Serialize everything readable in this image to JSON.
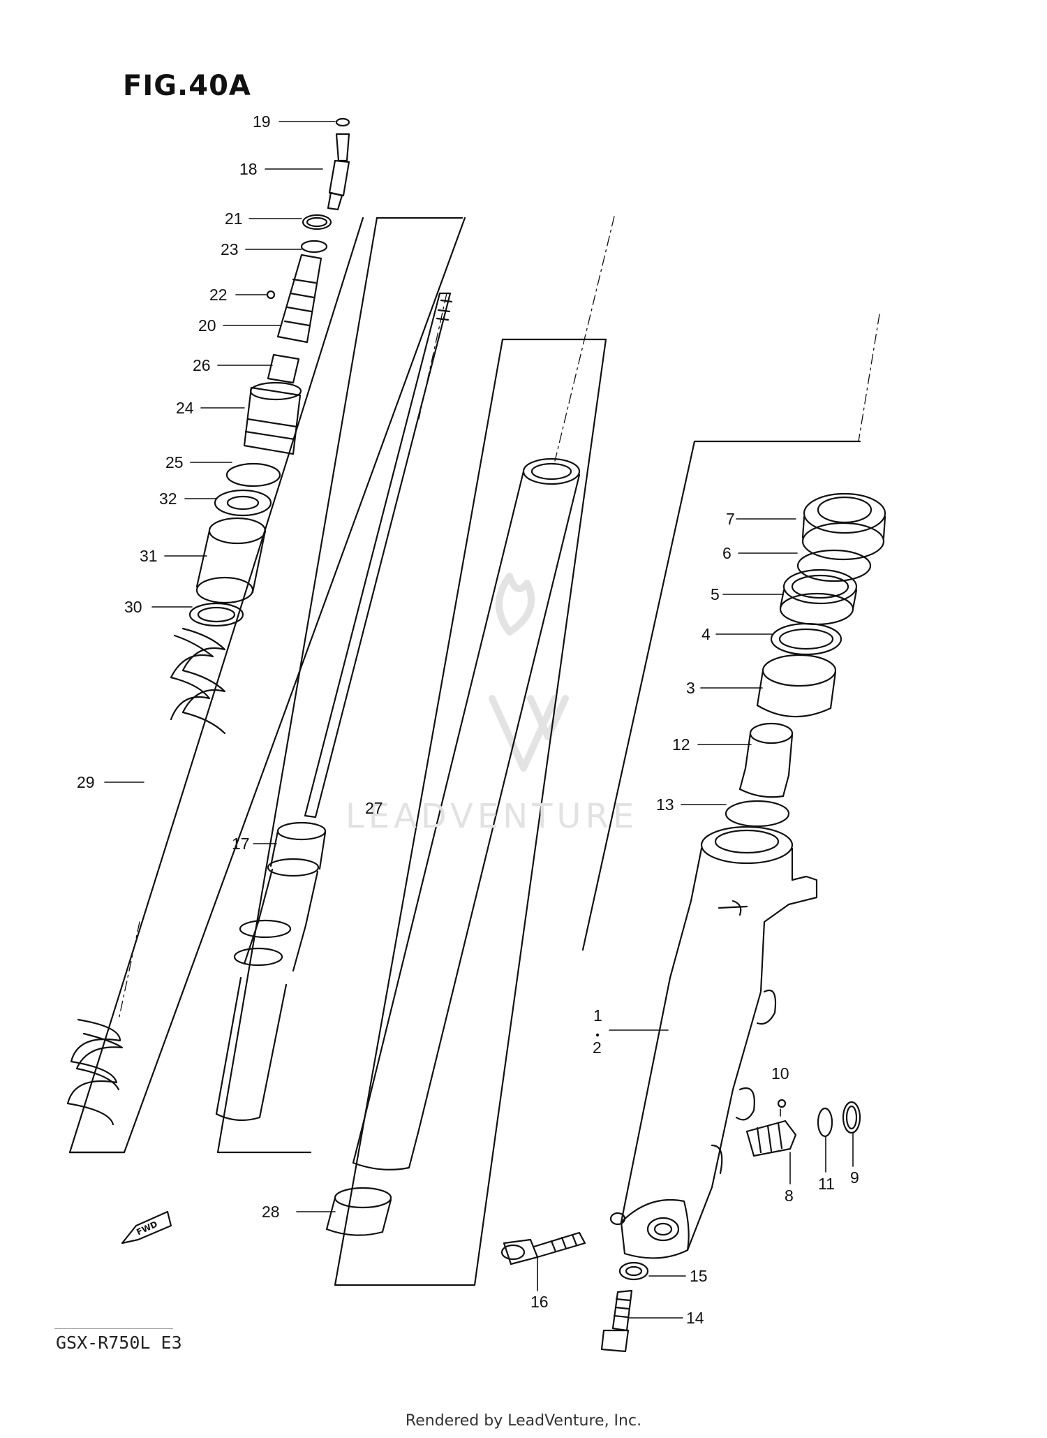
{
  "figure": {
    "title": "FIG.40A",
    "model": "GSX-R750L  E3",
    "footer": "Rendered by LeadVenture, Inc.",
    "watermark": "LEADVENTURE",
    "fwd_label": "FWD"
  },
  "callouts": [
    {
      "id": "19"
    },
    {
      "id": "18"
    },
    {
      "id": "21"
    },
    {
      "id": "23"
    },
    {
      "id": "22"
    },
    {
      "id": "20"
    },
    {
      "id": "26"
    },
    {
      "id": "24"
    },
    {
      "id": "25"
    },
    {
      "id": "32"
    },
    {
      "id": "31"
    },
    {
      "id": "30"
    },
    {
      "id": "29"
    },
    {
      "id": "17"
    },
    {
      "id": "27"
    },
    {
      "id": "28"
    },
    {
      "id": "7"
    },
    {
      "id": "6"
    },
    {
      "id": "5"
    },
    {
      "id": "4"
    },
    {
      "id": "3"
    },
    {
      "id": "12"
    },
    {
      "id": "13"
    },
    {
      "id": "1"
    },
    {
      "id": "2"
    },
    {
      "id": "10"
    },
    {
      "id": "8"
    },
    {
      "id": "11"
    },
    {
      "id": "9"
    },
    {
      "id": "15"
    },
    {
      "id": "16"
    },
    {
      "id": "14"
    }
  ],
  "colors": {
    "ink": "#111111",
    "watermark": "#e2e2e2"
  }
}
